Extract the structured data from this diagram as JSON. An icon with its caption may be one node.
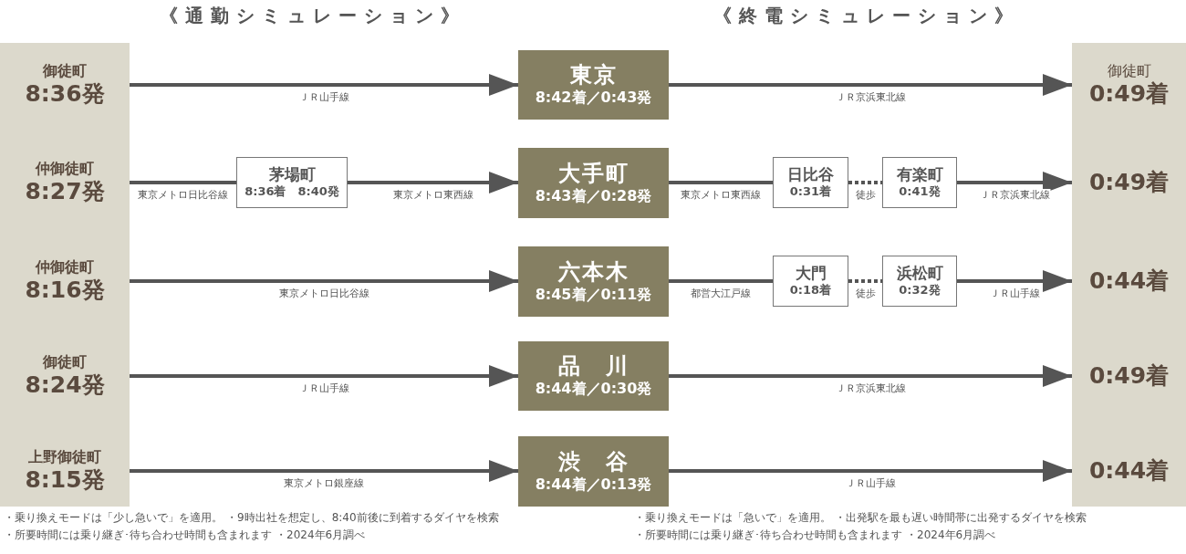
{
  "diagram": {
    "nodes": [
      {
        "text": [],
        "shape": "box"
      },
      {
        "text": [
          "御徒町",
          "8:36発"
        ],
        "in": 0
      },
      {
        "text": [
          "仲御徒町",
          "8:27発"
        ],
        "in": 0
      },
      {
        "text": [
          "仲御徒町",
          "8:16発"
        ],
        "in": 0
      },
      {
        "text": [
          "御徒町",
          "8:24発"
        ],
        "in": 0
      },
      {
        "text": [
          "上野御徒町",
          "8:15発"
        ],
        "in": 0
      },
      {
        "text": [
          "東京",
          "8:42着／0:43発"
        ]
      },
      {
        "text": [
          "大手町",
          "8:43着／0:28発"
        ]
      },
      {
        "text": [
          "六本木",
          "8:45着／0:11発"
        ]
      },
      {
        "text": [
          "品　川",
          "8:44着／0:30発"
        ]
      },
      {
        "text": [
          "渋　谷",
          "8:44着／0:13発"
        ]
      },
      {
        "text": [
          "茅場町",
          "8:36着　8:40発"
        ]
      },
      {
        "text": [
          "日比谷",
          "0:31着"
        ]
      },
      {
        "text": [
          "有楽町",
          "0:41発"
        ]
      },
      {
        "text": [
          "大門",
          "0:18着"
        ]
      },
      {
        "text": [
          "浜松町",
          "0:32発"
        ]
      },
      {
        "text": [],
        "shape": "box"
      },
      {
        "text": [
          "御徒町",
          "0:49着"
        ],
        "in": 16
      },
      {
        "text": [
          "0:49着"
        ],
        "in": 16
      },
      {
        "text": [
          "0:44着"
        ],
        "in": 16
      },
      {
        "text": [
          "0:49着"
        ],
        "in": 16
      },
      {
        "text": [
          "0:44着"
        ],
        "in": 16
      }
    ],
    "edges": [
      {
        "from": 1,
        "to": 6,
        "arrow": "to",
        "label": "ＪＲ山手線"
      },
      {
        "from": 2,
        "to": 11,
        "arrow": "none",
        "label": "東京メトロ日比谷線"
      },
      {
        "from": 11,
        "to": 7,
        "arrow": "to",
        "label": "東京メトロ東西線"
      },
      {
        "from": 3,
        "to": 8,
        "arrow": "to",
        "label": "東京メトロ日比谷線"
      },
      {
        "from": 4,
        "to": 9,
        "arrow": "to",
        "label": "ＪＲ山手線"
      },
      {
        "from": 5,
        "to": 10,
        "arrow": "to",
        "label": "東京メトロ銀座線"
      },
      {
        "from": 6,
        "to": 17,
        "arrow": "to",
        "label": "ＪＲ京浜東北線"
      },
      {
        "from": 7,
        "to": 12,
        "arrow": "none",
        "label": "東京メトロ東西線"
      },
      {
        "from": 12,
        "to": 13,
        "arrow": "none",
        "label": "徒歩",
        "style": "dashed"
      },
      {
        "from": 13,
        "to": 18,
        "arrow": "to",
        "label": "ＪＲ京浜東北線"
      },
      {
        "from": 8,
        "to": 14,
        "arrow": "none",
        "label": "都営大江戸線"
      },
      {
        "from": 14,
        "to": 15,
        "arrow": "none",
        "label": "徒歩",
        "style": "dashed"
      },
      {
        "from": 15,
        "to": 19,
        "arrow": "to",
        "label": "ＪＲ山手線"
      },
      {
        "from": 9,
        "to": 20,
        "arrow": "to",
        "label": "ＪＲ京浜東北線"
      },
      {
        "from": 10,
        "to": 21,
        "arrow": "to",
        "label": "ＪＲ山手線"
      }
    ],
    "labels": [
      "《通勤シミュレーション》",
      "《終電シミュレーション》",
      "・乗り換えモードは「少し急いで」を適用。",
      "・9時出社を想定し、8:40前後に到着するダイヤを検索",
      "・所要時間には乗り継ぎ･待ち合わせ時間も含まれます",
      "・2024年6月調べ",
      "・乗り換えモードは「急いで」を適用。",
      "・出発駅を最も遅い時間帯に出発するダイヤを検索",
      "・所要時間には乗り継ぎ･待ち合わせ時間も含まれます",
      "・2024年6月調べ"
    ]
  }
}
